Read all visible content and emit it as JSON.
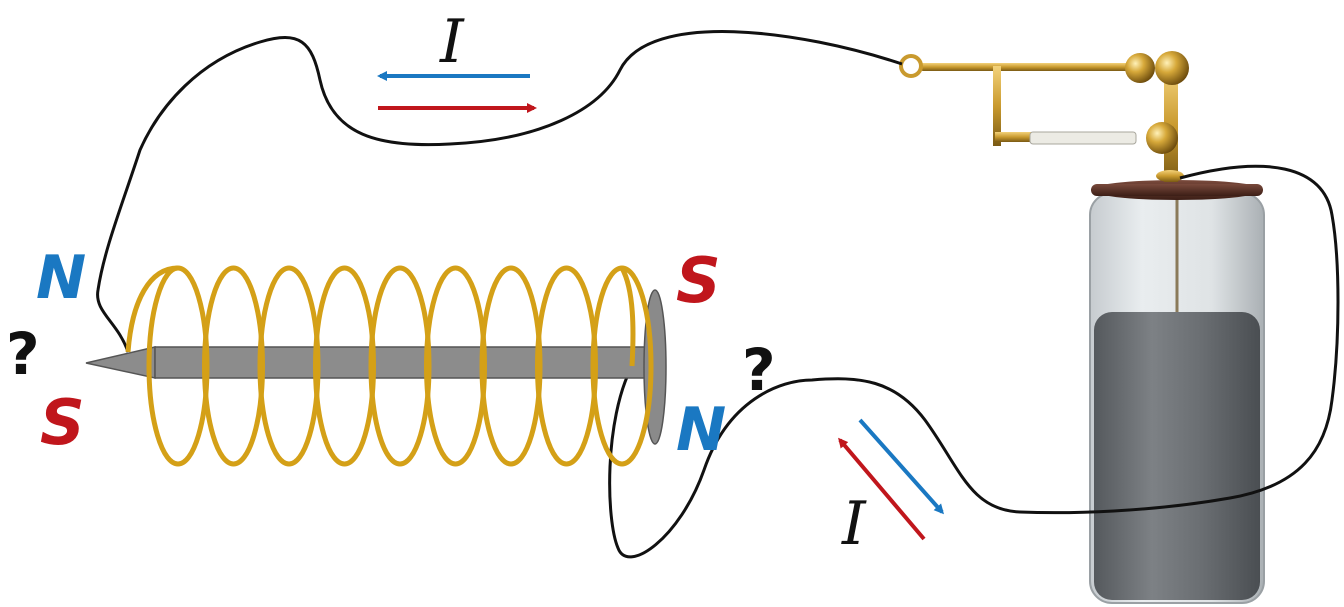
{
  "labels": {
    "current_top": "I",
    "current_bottom": "I",
    "left_north": "N",
    "left_south": "S",
    "left_question": "?",
    "right_south": "S",
    "right_north": "N",
    "right_question": "?"
  },
  "colors": {
    "north": "#1a78c2",
    "south": "#c0161c",
    "coil": "#d4a017",
    "core": "#8c8c8c",
    "wire": "#111111",
    "brass": "#c99a2e",
    "liquid": "#6e7276"
  }
}
